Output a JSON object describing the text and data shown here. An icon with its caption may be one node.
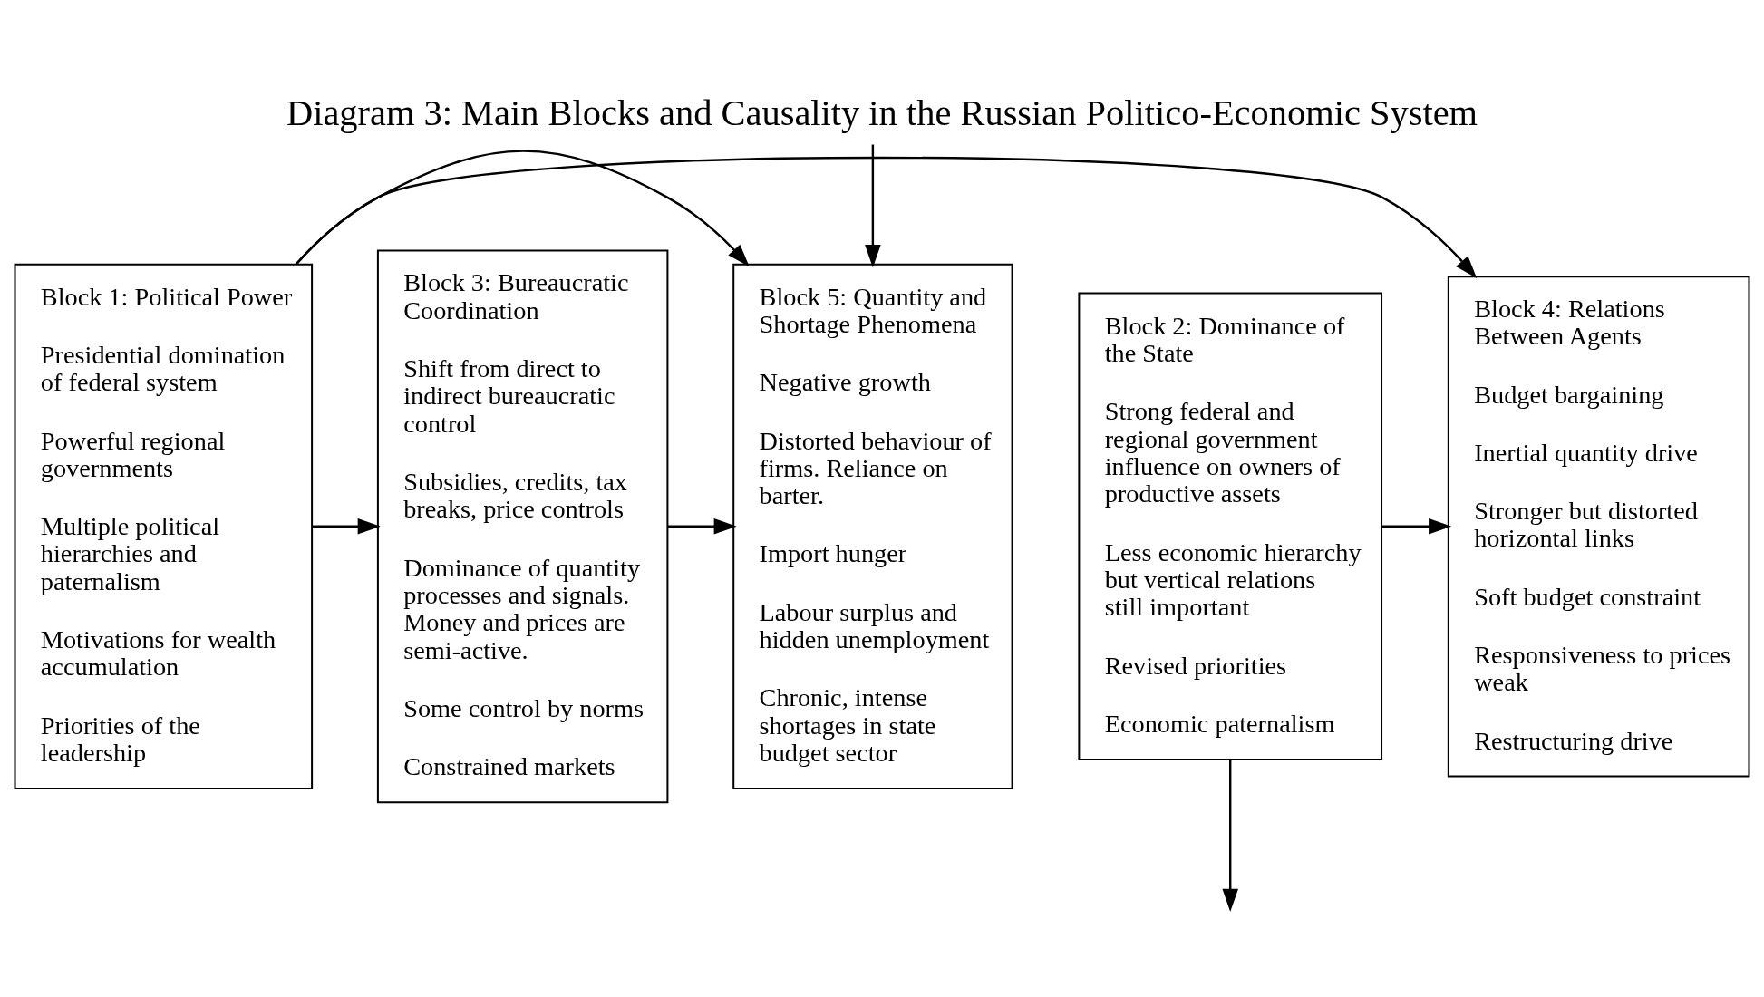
{
  "diagram": {
    "title": "Diagram 3: Main Blocks and Causality in the Russian Politico-Economic System",
    "nodes": [
      {
        "text": [
          "Block 1: Political Power",
          "Presidential domination of federal system",
          "Powerful regional governments",
          "Multiple political hierarchies and paternalism",
          "Motivations for wealth accumulation",
          "Priorities of the leadership"
        ]
      },
      {
        "text": [
          "Block 2: Dominance of the State",
          "Strong federal and regional government influence on owners of productive assets",
          "Less economic hierarchy but vertical relations still important",
          "Revised priorities",
          "Economic paternalism"
        ]
      },
      {
        "text": [
          "Block 3: Bureaucratic Coordination",
          "Shift from direct to indirect bureaucratic control",
          "Subsidies, credits, tax breaks, price controls",
          "Dominance of quantity processes and signals. Money and prices are semi-active.",
          "Some control by norms",
          "Constrained markets"
        ]
      },
      {
        "text": [
          "Block 4: Relations Between Agents",
          "Budget bargaining",
          "Inertial quantity drive",
          "Stronger but distorted horizontal links",
          "Soft budget constraint",
          "Responsiveness to prices weak",
          "Restructuring drive"
        ]
      },
      {
        "text": [
          "Block 5: Quantity and Shortage Phenomena",
          "Negative growth",
          "Distorted behaviour of firms. Reliance on barter.",
          "Import hunger",
          "Labour surplus and hidden unemployment",
          "Chronic, intense shortages in state budget sector"
        ]
      }
    ],
    "edges": [
      {
        "from": 0,
        "to": 4,
        "arrow": "to"
      },
      {
        "from": 0,
        "to": 3,
        "arrow": "to"
      },
      {
        "from": 0,
        "to": 2,
        "arrow": "to"
      },
      {
        "from": 1,
        "to": null,
        "arrow": "to"
      },
      {
        "from": 1,
        "to": 3,
        "arrow": "to"
      },
      {
        "from": 2,
        "to": 4,
        "arrow": "to"
      },
      {
        "from": null,
        "to": 4,
        "arrow": "to"
      }
    ]
  }
}
